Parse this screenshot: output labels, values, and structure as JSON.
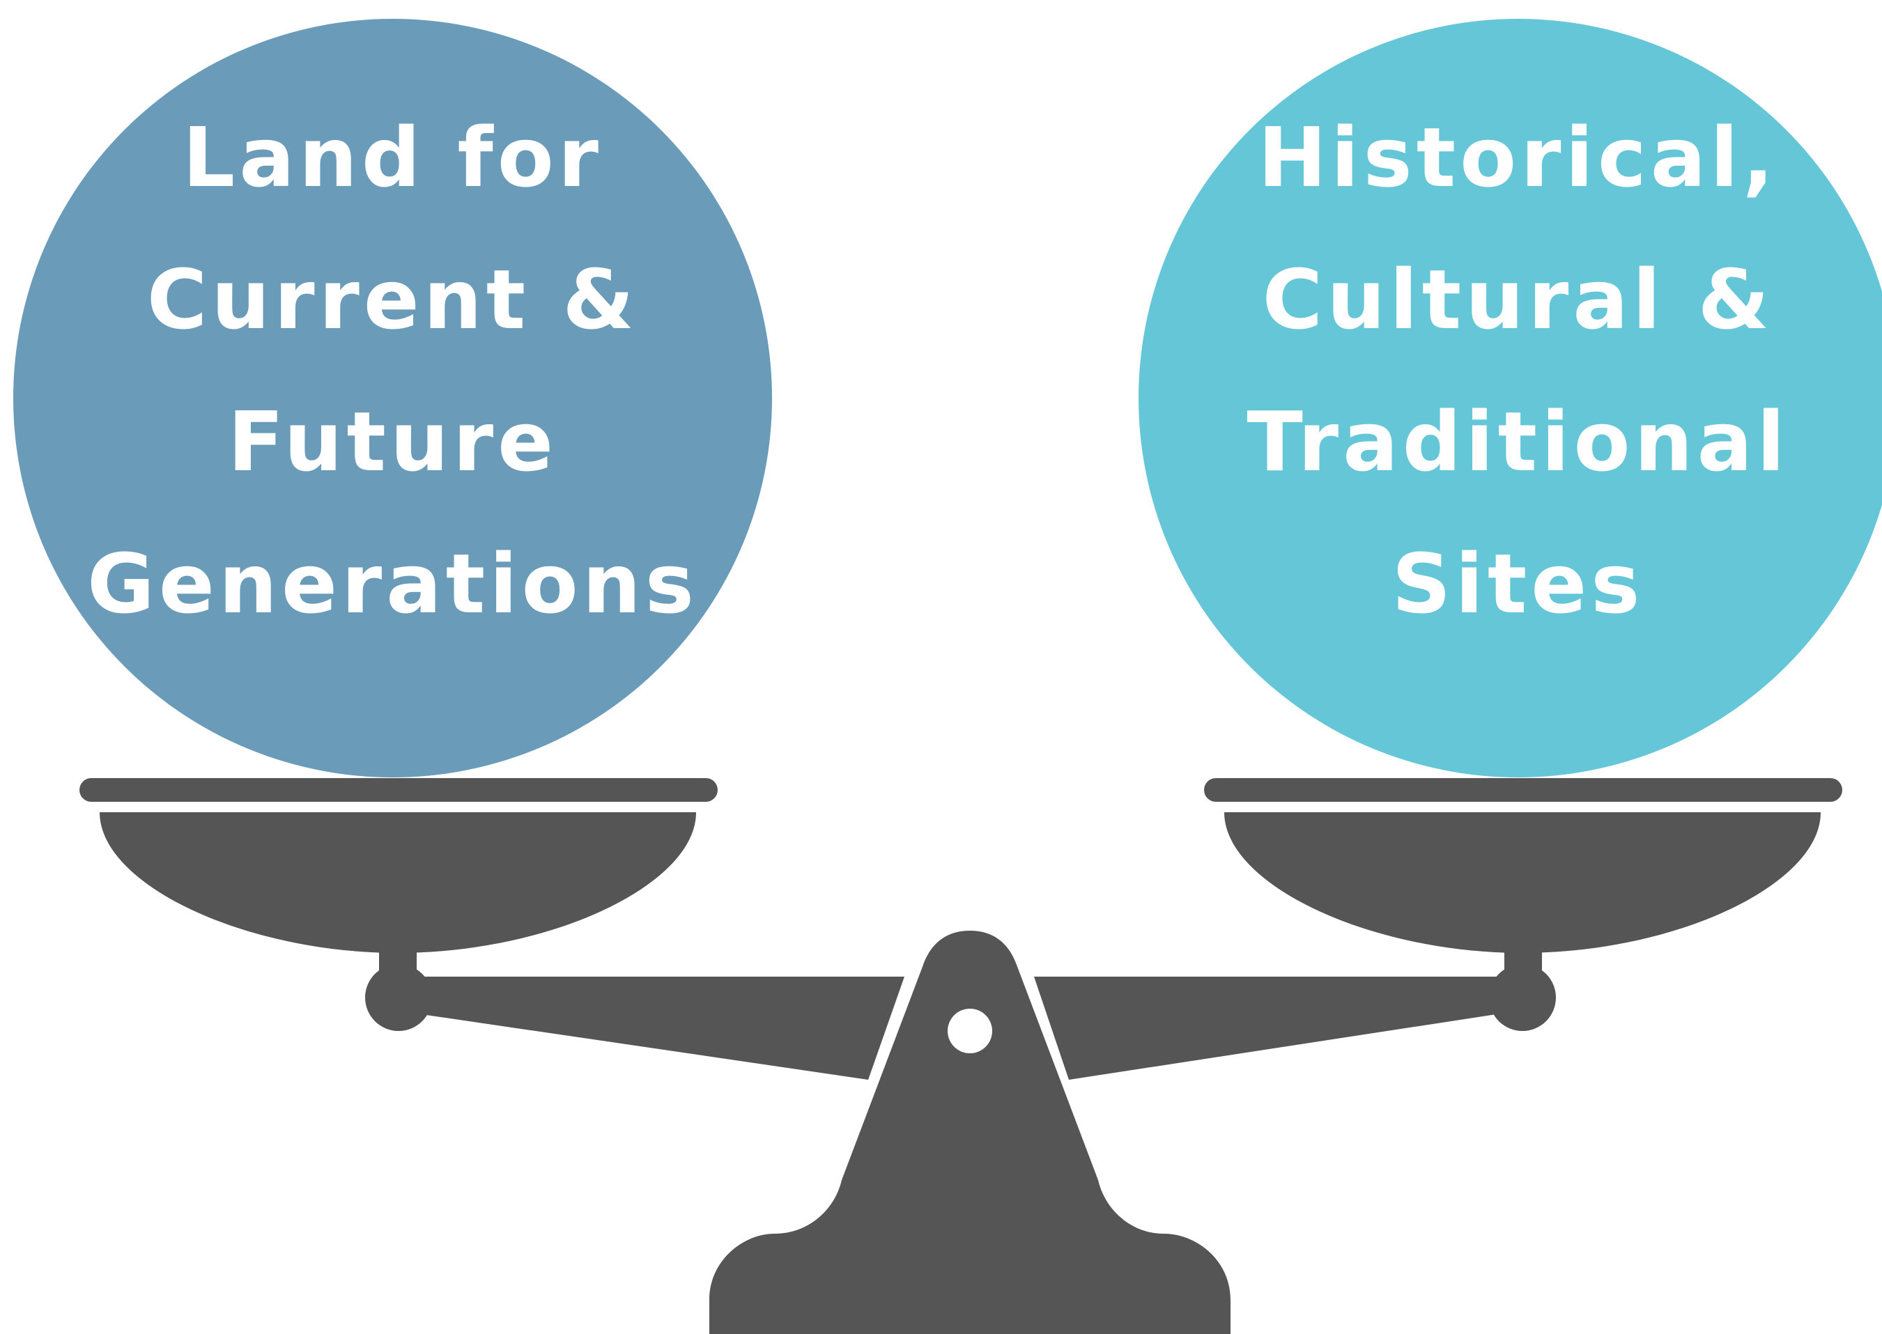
{
  "colors": {
    "background": "#ffffff",
    "left_circle": "#6a9bb9",
    "right_circle": "#64c6d6",
    "scale": "#555555",
    "text": "#ffffff"
  },
  "left_pan": {
    "lines": [
      "Land for",
      "Current &",
      "Future",
      "Generations"
    ]
  },
  "right_pan": {
    "lines": [
      "Historical,",
      "Cultural &",
      "Traditional",
      "Sites"
    ]
  },
  "icons": {
    "scale": "balance-scale-icon"
  }
}
